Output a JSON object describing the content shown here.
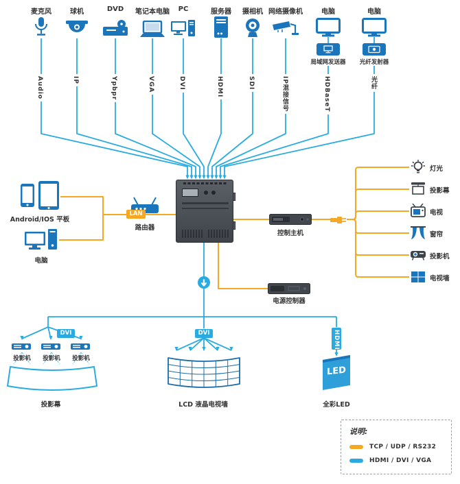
{
  "colors": {
    "cyan": "#29abe2",
    "orange": "#f7a823",
    "device_blue": "#1b75bb",
    "rack_dark": "#42474d"
  },
  "top_devices": [
    {
      "label": "麦克风",
      "signal": "Audio"
    },
    {
      "label": "球机",
      "signal": "IP"
    },
    {
      "label": "DVD",
      "signal": "Ypbpr"
    },
    {
      "label": "笔记本电脑",
      "signal": "VGA"
    },
    {
      "label": "PC",
      "signal": "DVI"
    },
    {
      "label": "服务器",
      "signal": "HDMI"
    },
    {
      "label": "摄相机",
      "signal": "SDI"
    },
    {
      "label": "网络摄像机",
      "signal": "IP混接信号"
    },
    {
      "label": "电脑",
      "signal": "HDBaseT",
      "sub_label": "局域网发送器"
    },
    {
      "label": "电脑",
      "signal": "光纤",
      "sub_label": "光纤发射器"
    }
  ],
  "left_side": {
    "mobile_label": "Android/IOS 平板",
    "pc_label": "电脑",
    "lan_badge": "LAN",
    "router_label": "路由器"
  },
  "right_side": {
    "control_host_label": "控制主机",
    "power_controller_label": "电源控制器",
    "outputs": [
      "灯光",
      "投影幕",
      "电视",
      "窗帘",
      "投影机",
      "电视墙"
    ]
  },
  "bottom_section": {
    "dvi_badge_left": "DVI",
    "dvi_badge_center": "DVI",
    "hdmi_badge": "HDMI",
    "projector_label_1": "投影机",
    "projector_label_2": "投影机",
    "projector_label_3": "投影机",
    "screen_label": "投影幕",
    "lcd_wall_label": "LCD 液晶电视墙",
    "led_text": "LED",
    "led_label": "全彩LED"
  },
  "legend": {
    "title": "说明:",
    "items": [
      {
        "label": "TCP / UDP / RS232",
        "color": "#f7a823"
      },
      {
        "label": "HDMI / DVI / VGA",
        "color": "#29abe2"
      }
    ]
  }
}
